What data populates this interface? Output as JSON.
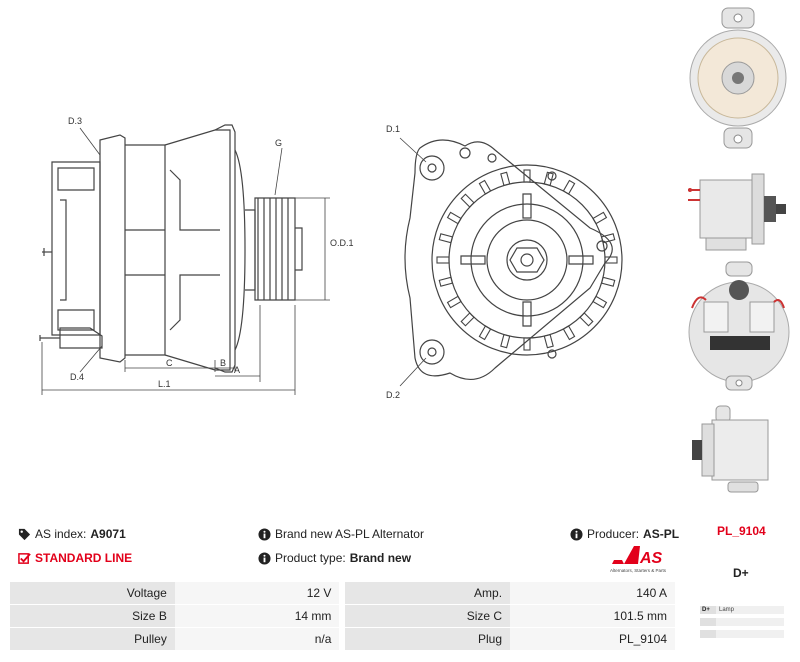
{
  "drawing": {
    "labels": {
      "d3": "D.3",
      "d4": "D.4",
      "g": "G",
      "od1": "O.D.1",
      "c": "C",
      "b": "B",
      "a": "A",
      "l1": "L.1",
      "d1": "D.1",
      "d2": "D.2"
    }
  },
  "info": {
    "as_index_label": "AS index:",
    "as_index_value": "A9071",
    "description": "Brand new AS-PL Alternator",
    "producer_label": "Producer:",
    "producer_value": "AS-PL",
    "standard_line": "STANDARD LINE",
    "product_type_label": "Product type:",
    "product_type_value": "Brand new",
    "logo_text": "AS",
    "logo_tagline": "Alternators, Starters & Parts"
  },
  "side": {
    "plug_code": "PL_9104",
    "terminal": "D+",
    "mini_table": [
      {
        "code": "D+",
        "desc": "Lamp"
      },
      {
        "code": "",
        "desc": ""
      },
      {
        "code": "",
        "desc": ""
      }
    ]
  },
  "specs": [
    {
      "l1": "Voltage",
      "v1": "12 V",
      "l2": "Amp.",
      "v2": "140 A"
    },
    {
      "l1": "Size B",
      "v1": "14 mm",
      "l2": "Size C",
      "v2": "101.5 mm"
    },
    {
      "l1": "Pulley",
      "v1": "n/a",
      "l2": "Plug",
      "v2": "PL_9104"
    }
  ],
  "colors": {
    "accent_red": "#e2001a",
    "label_bg": "#e6e6e6",
    "value_bg": "#f6f6f6"
  }
}
